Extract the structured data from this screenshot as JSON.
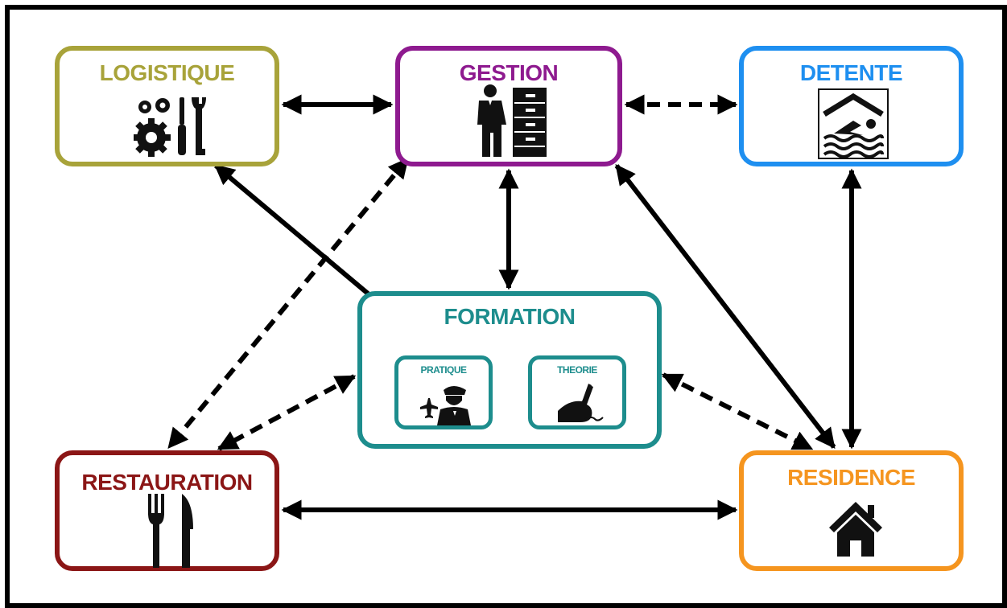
{
  "colors": {
    "logistique": "#a8a33a",
    "gestion": "#8e1a8f",
    "detente": "#1e8ff0",
    "formation": "#1d8d8d",
    "restauration": "#8b1616",
    "residence": "#f5951f",
    "arrow": "#000000"
  },
  "nodes": {
    "logistique": {
      "title": "LOGISTIQUE",
      "icon": "gears-screwdriver-wrench-icon"
    },
    "gestion": {
      "title": "GESTION",
      "icon": "manager-filing-cabinet-icon"
    },
    "detente": {
      "title": "DETENTE",
      "icon": "swimming-pool-icon"
    },
    "formation": {
      "title": "FORMATION",
      "pratique": {
        "label": "PRATIQUE",
        "icon": "pilot-airplane-icon"
      },
      "theorie": {
        "label": "THEORIE",
        "icon": "hand-writing-icon"
      }
    },
    "restauration": {
      "title": "RESTAURATION",
      "icon": "fork-knife-icon"
    },
    "residence": {
      "title": "RESIDENCE",
      "icon": "house-icon"
    }
  },
  "links": [
    {
      "from": "logistique",
      "to": "gestion",
      "style": "solid",
      "direction": "both"
    },
    {
      "from": "gestion",
      "to": "detente",
      "style": "dashed",
      "direction": "both"
    },
    {
      "from": "gestion",
      "to": "formation",
      "style": "solid",
      "direction": "both"
    },
    {
      "from": "logistique",
      "to": "formation",
      "style": "solid",
      "direction": "both"
    },
    {
      "from": "gestion",
      "to": "restauration",
      "style": "dashed",
      "direction": "both"
    },
    {
      "from": "gestion",
      "to": "residence",
      "style": "solid",
      "direction": "both"
    },
    {
      "from": "detente",
      "to": "residence",
      "style": "solid",
      "direction": "both"
    },
    {
      "from": "formation",
      "to": "restauration",
      "style": "dashed",
      "direction": "both"
    },
    {
      "from": "formation",
      "to": "residence",
      "style": "dashed",
      "direction": "both"
    },
    {
      "from": "restauration",
      "to": "residence",
      "style": "solid",
      "direction": "both"
    }
  ]
}
